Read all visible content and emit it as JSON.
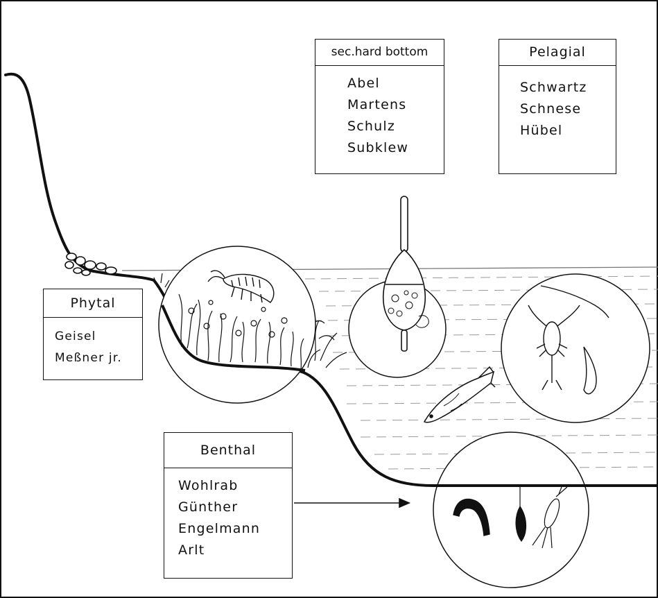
{
  "boxes": {
    "hard_bottom": {
      "title": "sec.hard bottom",
      "names": [
        "Abel",
        "Martens",
        "Schulz",
        "Subklew"
      ]
    },
    "pelagial": {
      "title": "Pelagial",
      "names": [
        "Schwartz",
        "Schnese",
        "Hübel"
      ]
    },
    "phytal": {
      "title": "Phytal",
      "names": [
        "Geisel",
        "Meßner jr."
      ]
    },
    "benthal": {
      "title": "Benthal",
      "names": [
        "Wohlrab",
        "Günther",
        "Engelmann",
        "Arlt"
      ]
    }
  },
  "icons": [
    "amphipod-icon",
    "seaweed-icon",
    "buoy-trap-icon",
    "fish-icon",
    "copepod-icon",
    "worm-icon",
    "insect-larva-icon",
    "pebbles-icon"
  ],
  "colors": {
    "ink": "#111111",
    "background": "#ffffff"
  }
}
